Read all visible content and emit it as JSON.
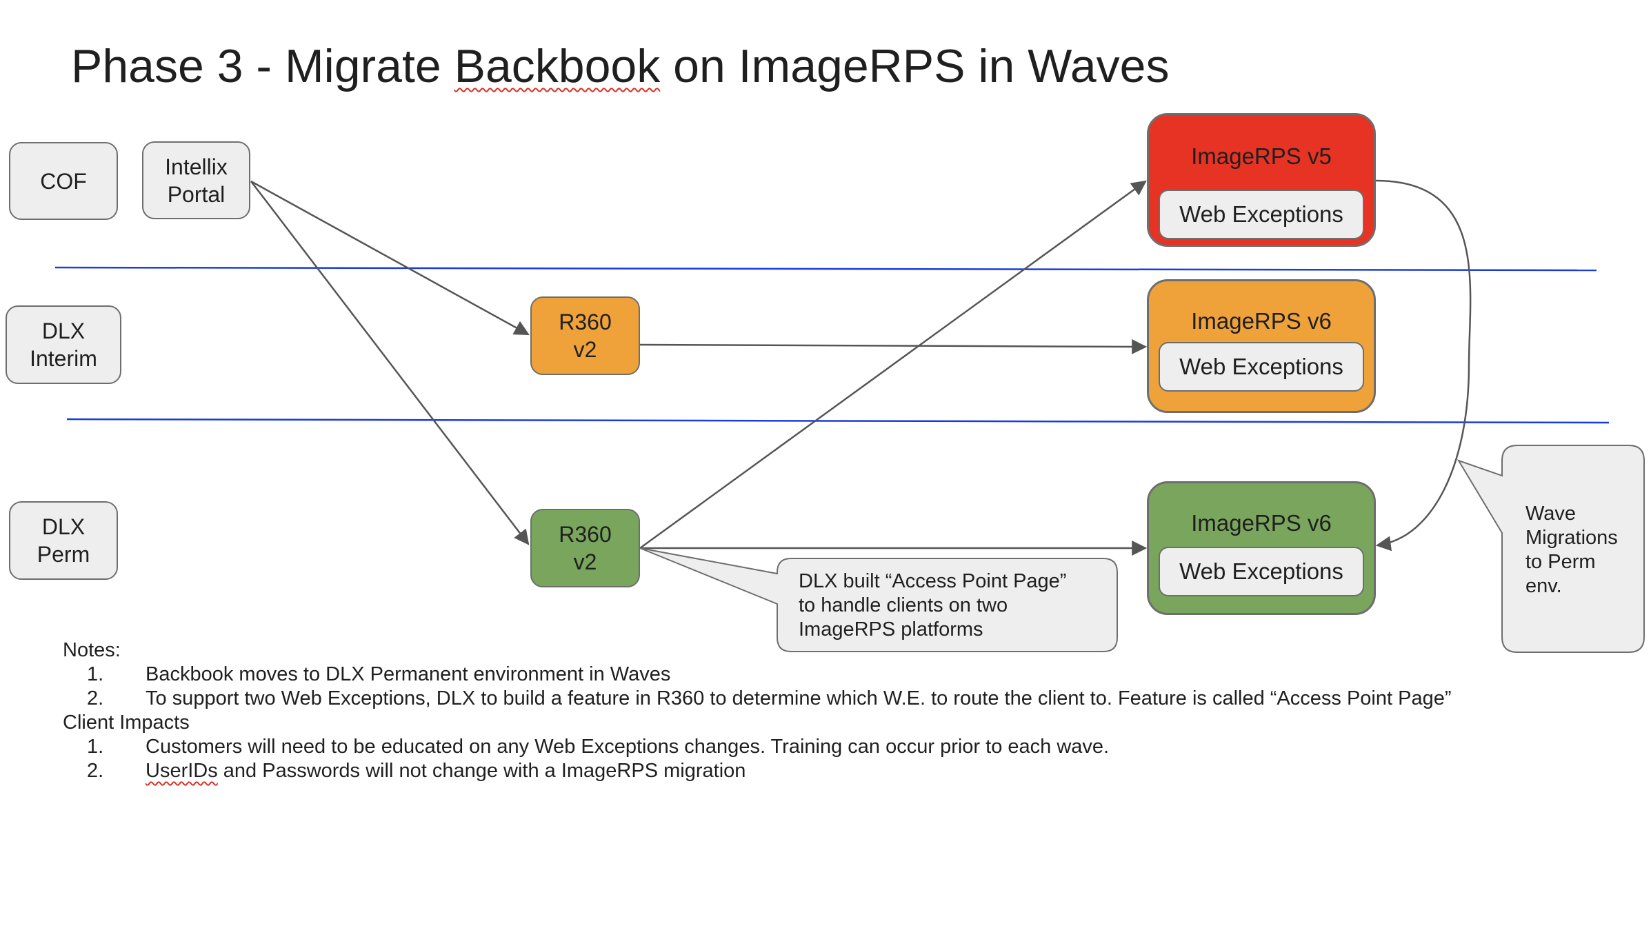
{
  "title": {
    "prefix": "Phase 3 - Migrate ",
    "squiggle_word": "Backbook",
    "suffix": " on ImageRPS in Waves"
  },
  "lanes": {
    "cof": "COF",
    "intellix": "Intellix\nPortal",
    "dlx_interim": "DLX\nInterim",
    "dlx_perm": "DLX\nPerm"
  },
  "r360": {
    "interim": "R360\nv2",
    "perm": "R360\nv2"
  },
  "imagerps": {
    "v5": {
      "title": "ImageRPS v5",
      "inner": "Web Exceptions",
      "color": "#e63323"
    },
    "v6_interim": {
      "title": "ImageRPS v6",
      "inner": "Web Exceptions",
      "color": "#f0a23a"
    },
    "v6_perm": {
      "title": "ImageRPS v6",
      "inner": "Web Exceptions",
      "color": "#79a65c"
    }
  },
  "callouts": {
    "access_point": [
      "DLX built “Access Point Page”",
      "to handle clients on two",
      "ImageRPS platforms"
    ],
    "wave": [
      "Wave",
      "Migrations",
      "to Perm",
      "env."
    ]
  },
  "notes": {
    "heading": "Notes:",
    "items": [
      {
        "num": "1.",
        "text": "Backbook moves to DLX Permanent environment in Waves"
      },
      {
        "num": "2.",
        "text": "To support two Web Exceptions, DLX to build a feature in R360 to determine which W.E. to route the client to.  Feature is called “Access Point Page”"
      }
    ],
    "impacts_heading": "Client Impacts",
    "impacts": [
      {
        "num": "1.",
        "text": "Customers will need to be educated on any Web Exceptions changes.  Training can occur prior to each wave."
      },
      {
        "num": "2.",
        "squiggle_word": "UserIDs",
        "text": " and Passwords will not change with a ImageRPS migration"
      }
    ]
  },
  "colors": {
    "lane_divider": "#1a3be0",
    "connector": "#555555",
    "callout_fill": "#eeeeee"
  }
}
